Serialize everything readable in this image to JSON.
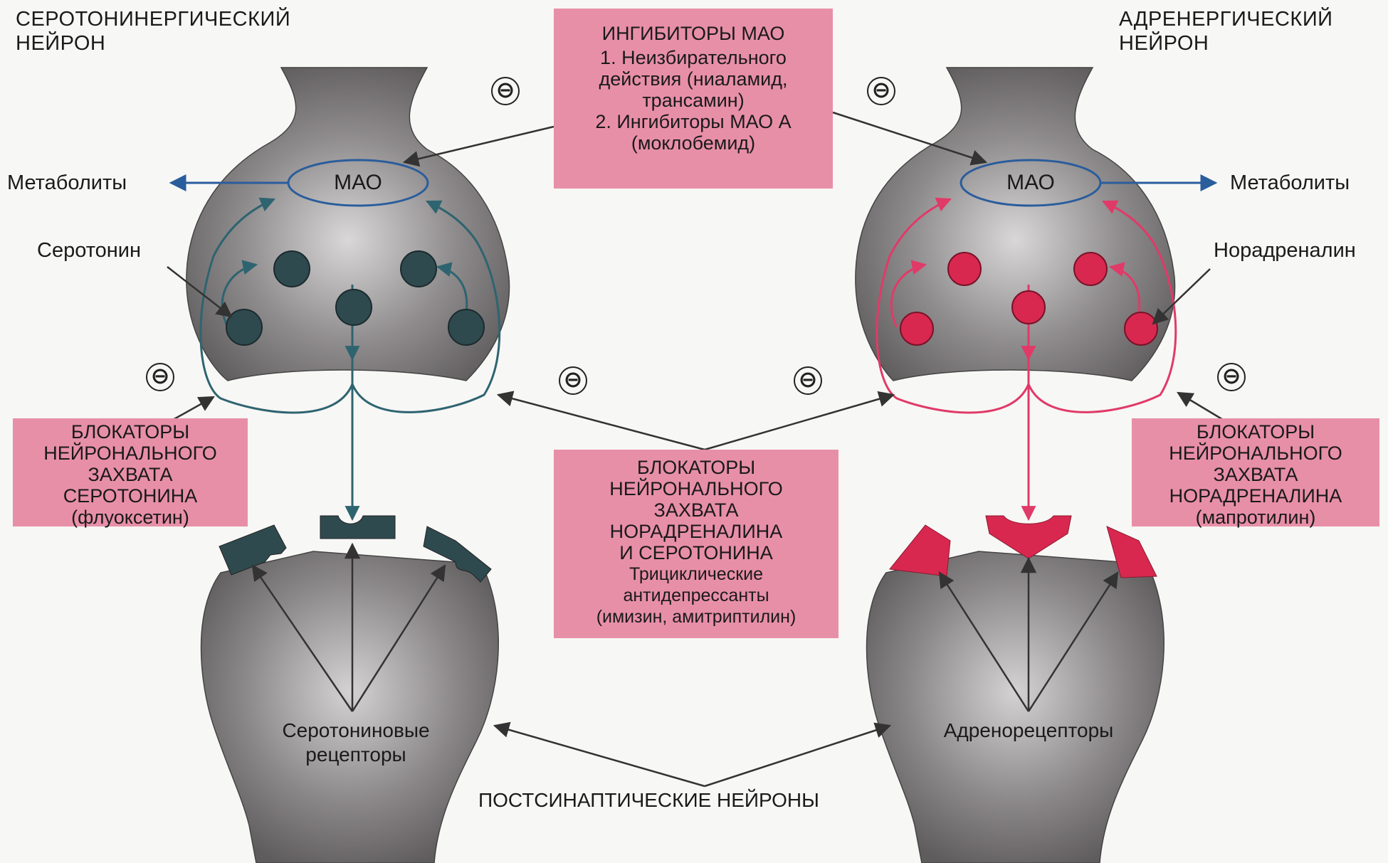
{
  "titles": {
    "left_neuron": [
      "СЕРОТОНИНЕРГИЧЕСКИЙ",
      "НЕЙРОН"
    ],
    "right_neuron": [
      "АДРЕНЕРГИЧЕСКИЙ",
      "НЕЙРОН"
    ]
  },
  "mao_label": "МАО",
  "metabolites_label": "Метаболиты",
  "serotonin_label": "Серотонин",
  "noradrenaline_label": "Норадреналин",
  "mao_inhibitors_box": {
    "title": "ИНГИБИТОРЫ МАО",
    "lines": [
      "1. Неизбирательного",
      "действия (ниаламид,",
      "трансамин)",
      "2. Ингибиторы МАО А",
      "(моклобемид)"
    ]
  },
  "left_blocker_box": {
    "lines": [
      "БЛОКАТОРЫ",
      "НЕЙРОНАЛЬНОГО",
      "ЗАХВАТА",
      "СЕРОТОНИНА",
      "(флуоксетин)"
    ]
  },
  "right_blocker_box": {
    "lines": [
      "БЛОКАТОРЫ",
      "НЕЙРОНАЛЬНОГО",
      "ЗАХВАТА",
      "НОРАДРЕНАЛИНА",
      "(мапротилин)"
    ]
  },
  "center_blocker_box": {
    "lines": [
      "БЛОКАТОРЫ",
      "НЕЙРОНАЛЬНОГО",
      "ЗАХВАТА",
      "НОРАДРЕНАЛИНА",
      "И СЕРОТОНИНА",
      "Трициклические",
      "антидепрессанты",
      "(имизин, амитриптилин)"
    ]
  },
  "serotonin_receptors_label": [
    "Серотониновые",
    "рецепторы"
  ],
  "adrenoreceptors_label": "Адренорецепторы",
  "postsynaptic_label": "ПОСТСИНАПТИЧЕСКИЕ НЕЙРОНЫ",
  "inhibition_symbol": "⊖",
  "colors": {
    "pink_box": "#e88fa8",
    "serotonin_dot": "#2f4a4f",
    "noradrenaline_dot": "#d8284f",
    "blue_pathway": "#2a5d9c",
    "teal_pathway": "#2e6470",
    "pink_pathway": "#e03a68",
    "neuron_gray": "#7d7a7b"
  }
}
